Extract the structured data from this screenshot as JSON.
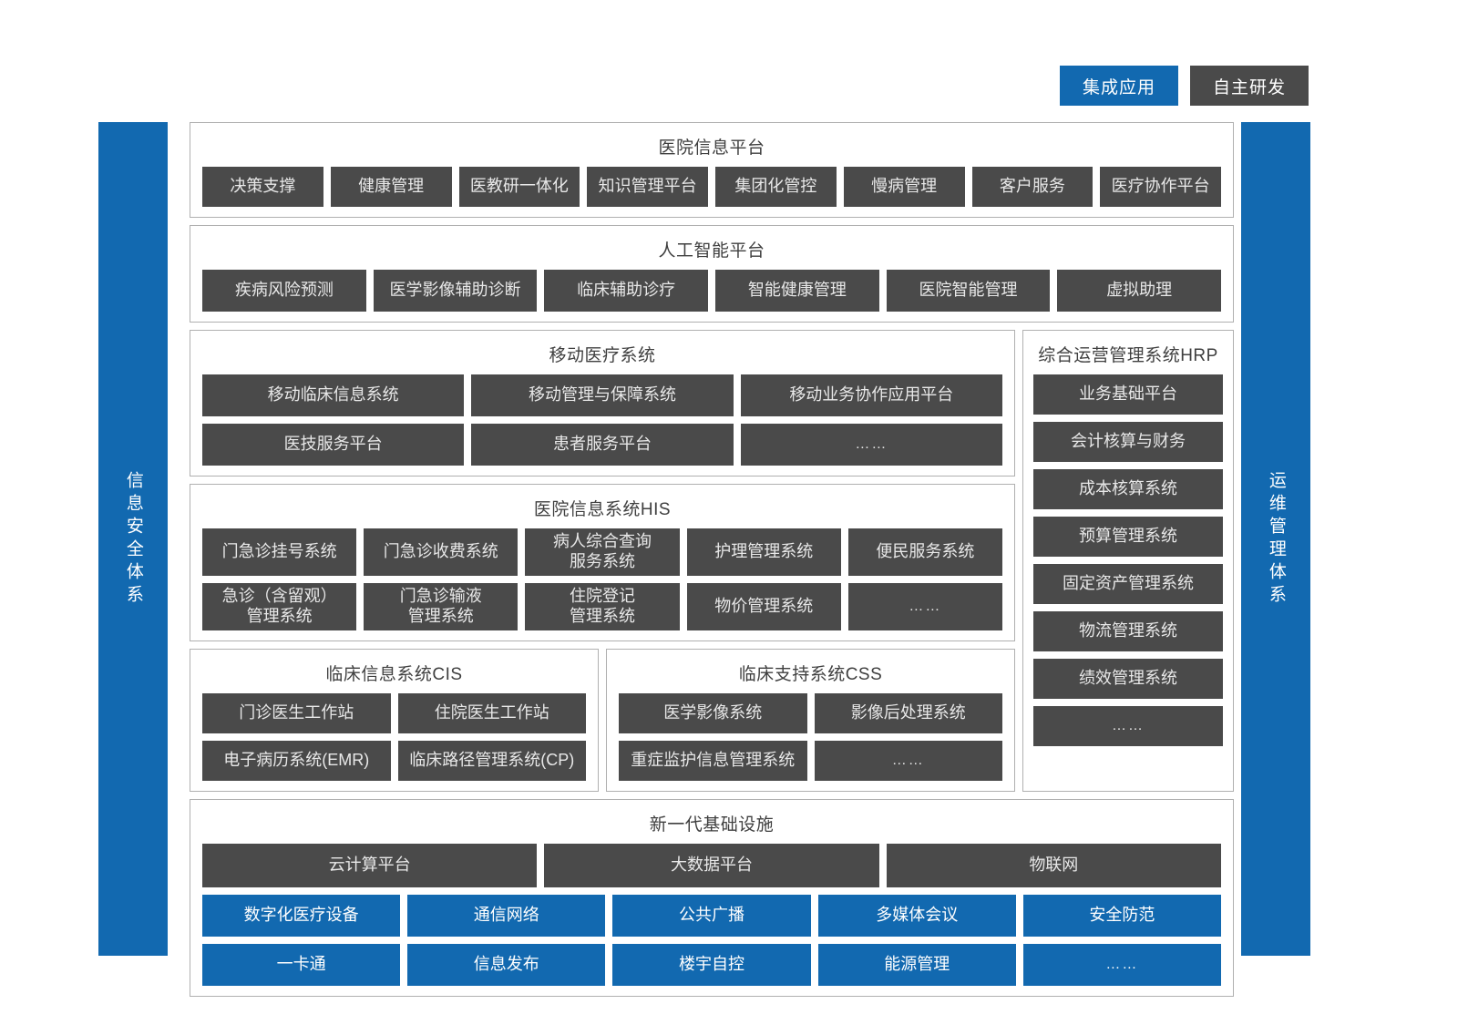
{
  "legend": {
    "items": [
      {
        "label": "集成应用",
        "style": "blue"
      },
      {
        "label": "自主研发",
        "style": "dark"
      }
    ]
  },
  "rails": {
    "left": {
      "label": "信息安全体系"
    },
    "right": {
      "label": "运维管理体系"
    }
  },
  "sections": {
    "hospital_info_platform": {
      "title": "医院信息平台",
      "items": [
        "决策支撑",
        "健康管理",
        "医教研一体化",
        "知识管理平台",
        "集团化管控",
        "慢病管理",
        "客户服务",
        "医疗协作平台"
      ]
    },
    "ai_platform": {
      "title": "人工智能平台",
      "items": [
        "疾病风险预测",
        "医学影像辅助诊断",
        "临床辅助诊疗",
        "智能健康管理",
        "医院智能管理",
        "虚拟助理"
      ]
    },
    "mobile_medical": {
      "title": "移动医疗系统",
      "rows": [
        [
          "移动临床信息系统",
          "移动管理与保障系统",
          "移动业务协作应用平台"
        ],
        [
          "医技服务平台",
          "患者服务平台",
          "……"
        ]
      ]
    },
    "his": {
      "title": "医院信息系统HIS",
      "rows": [
        [
          "门急诊挂号系统",
          "门急诊收费系统",
          "病人综合查询\n服务系统",
          "护理管理系统",
          "便民服务系统"
        ],
        [
          "急诊（含留观）\n管理系统",
          "门急诊输液\n管理系统",
          "住院登记\n管理系统",
          "物价管理系统",
          "……"
        ]
      ]
    },
    "cis": {
      "title": "临床信息系统CIS",
      "rows": [
        [
          "门诊医生工作站",
          "住院医生工作站"
        ],
        [
          "电子病历系统(EMR)",
          "临床路径管理系统(CP)"
        ]
      ]
    },
    "css": {
      "title": "临床支持系统CSS",
      "rows": [
        [
          "医学影像系统",
          "影像后处理系统"
        ],
        [
          "重症监护信息管理系统",
          "……"
        ]
      ]
    },
    "hrp": {
      "title": "综合运营管理系统HRP",
      "items": [
        "业务基础平台",
        "会计核算与财务",
        "成本核算系统",
        "预算管理系统",
        "固定资产管理系统",
        "物流管理系统",
        "绩效管理系统",
        "……"
      ]
    },
    "infrastructure": {
      "title": "新一代基础设施",
      "platform_row": [
        "云计算平台",
        "大数据平台",
        "物联网"
      ],
      "blue_rows": [
        [
          "数字化医疗设备",
          "通信网络",
          "公共广播",
          "多媒体会议",
          "安全防范"
        ],
        [
          "一卡通",
          "信息发布",
          "楼宇自控",
          "能源管理",
          "……"
        ]
      ]
    }
  },
  "colors": {
    "blue": "#1269b0",
    "dark": "#4a4a4a",
    "panel_border": "#b0b0b0",
    "background": "#ffffff"
  }
}
